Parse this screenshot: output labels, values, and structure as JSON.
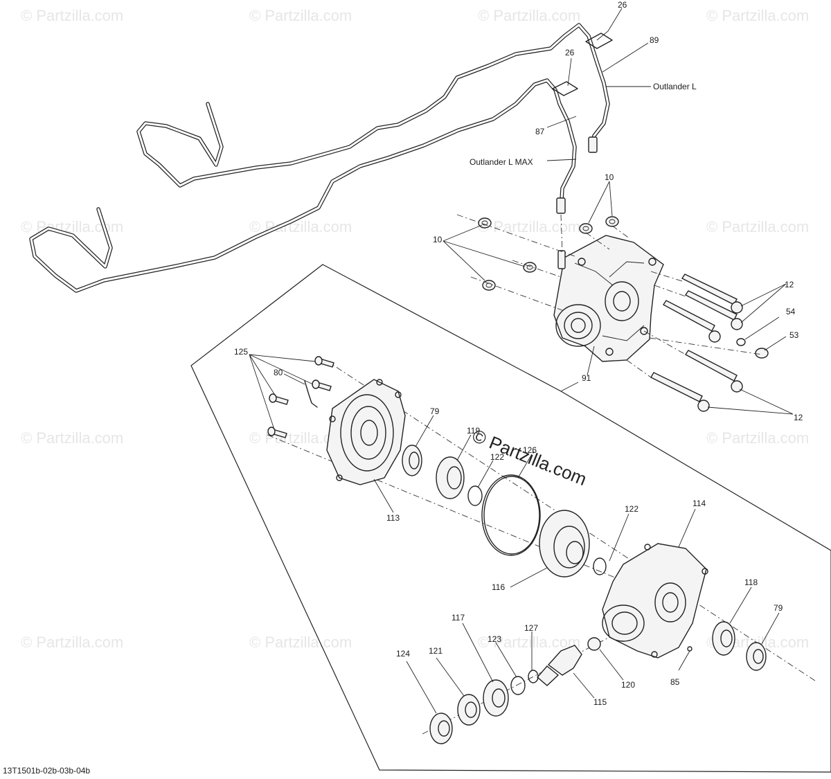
{
  "diagram": {
    "reference_code": "13T1501b-02b-03b-04b",
    "watermark_text": "© Partzilla.com",
    "center_watermark": "© Partzilla.com",
    "variant_labels": {
      "outlander_l": "Outlander L",
      "outlander_l_max": "Outlander L MAX"
    },
    "callouts": {
      "c26a": "26",
      "c89": "89",
      "c26b": "26",
      "c87": "87",
      "c10a": "10",
      "c10b": "10",
      "c12a": "12",
      "c54": "54",
      "c53": "53",
      "c91": "91",
      "c12b": "12",
      "c125": "125",
      "c80": "80",
      "c79a": "79",
      "c119": "119",
      "c126": "126",
      "c122a": "122",
      "c113": "113",
      "c122b": "122",
      "c114": "114",
      "c116": "116",
      "c118": "118",
      "c79b": "79",
      "c117": "117",
      "c127": "127",
      "c121": "121",
      "c123": "123",
      "c124": "124",
      "c120": "120",
      "c85": "85",
      "c115": "115"
    },
    "icons": [
      "vent-hose",
      "gearbox-housing",
      "bolt",
      "nut",
      "oil-seal",
      "bearing",
      "o-ring",
      "gear",
      "pinion-shaft"
    ]
  }
}
